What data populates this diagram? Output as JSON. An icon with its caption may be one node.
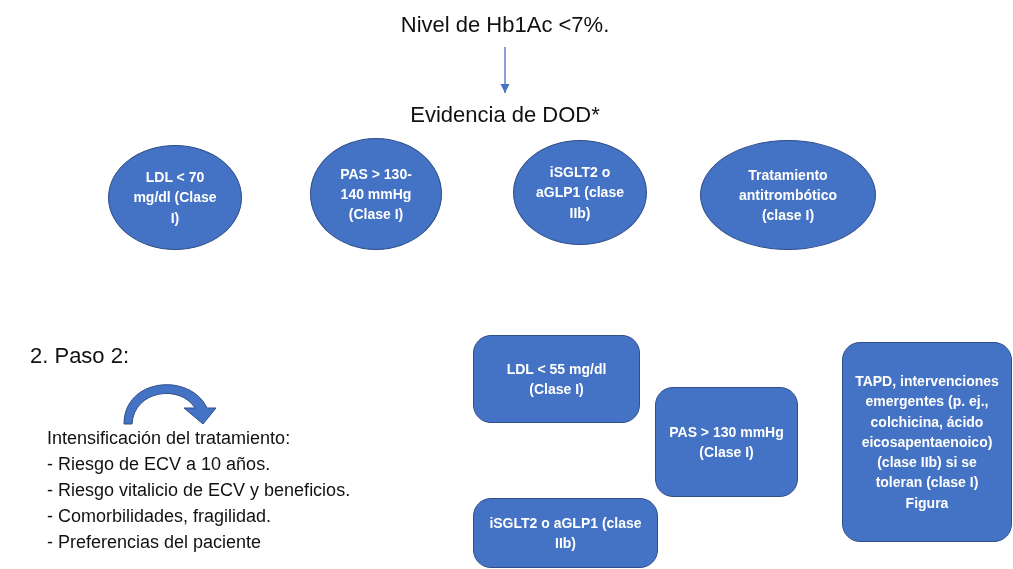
{
  "diagram": {
    "nodes": [
      {
        "text": [
          "Nivel de Hb1Ac <7%."
        ]
      },
      {
        "text": [
          "Evidencia de DOD*"
        ]
      },
      {
        "text": [
          "LDL < 70 mg/dl (Clase I)"
        ]
      },
      {
        "text": [
          "PAS > 130-140 mmHg (Clase I)"
        ]
      },
      {
        "text": [
          "iSGLT2 o aGLP1 (clase IIb)"
        ]
      },
      {
        "text": [
          "Tratamiento antitrombótico (clase I)"
        ]
      },
      {
        "text": [
          "LDL < 55 mg/dl (Clase I)"
        ]
      },
      {
        "text": [
          "PAS > 130 mmHg (Clase I)"
        ]
      },
      {
        "text": [
          "iSGLT2 o aGLP1 (clase IIb)"
        ]
      },
      {
        "text": [
          "TAPD, intervenciones emergentes (p. ej., colchicina, ácido eicosapentaenoico) (clase IIb) si se toleran (clase I) Figura"
        ]
      }
    ],
    "edges": [
      {
        "from": 0,
        "to": 1,
        "arrow": "to"
      }
    ],
    "labels": [
      "2. Paso 2:",
      "Intensificación del tratamiento:",
      "- Riesgo de ECV a 10 años.",
      "- Riesgo vitalicio de ECV y beneficios.",
      "- Comorbilidades, fragilidad.",
      "- Preferencias del paciente"
    ]
  }
}
